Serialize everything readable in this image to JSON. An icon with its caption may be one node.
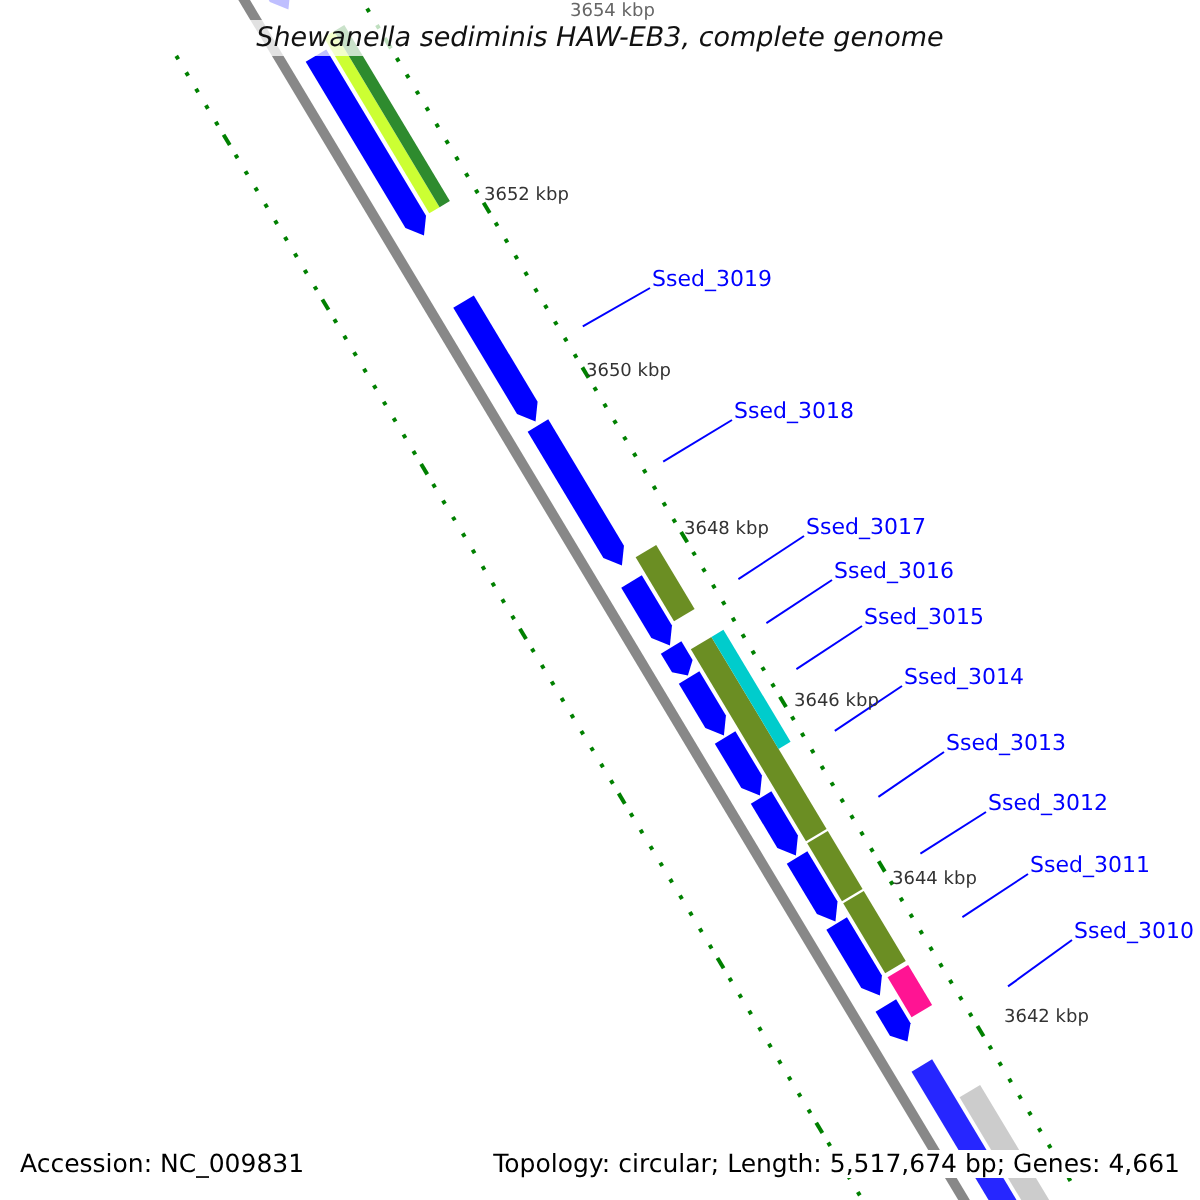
{
  "diagram": {
    "title": "Shewanella sediminis HAW-EB3, complete genome",
    "nodes": [
      {
        "text": [
          "Ssed_3019"
        ]
      },
      {
        "text": [
          "Ssed_3018"
        ]
      },
      {
        "text": [
          "Ssed_3017"
        ]
      },
      {
        "text": [
          "Ssed_3016"
        ]
      },
      {
        "text": [
          "Ssed_3015"
        ]
      },
      {
        "text": [
          "Ssed_3014"
        ]
      },
      {
        "text": [
          "Ssed_3013"
        ]
      },
      {
        "text": [
          "Ssed_3012"
        ]
      },
      {
        "text": [
          "Ssed_3011"
        ]
      },
      {
        "text": [
          "Ssed_3010"
        ]
      }
    ],
    "edges": [
      {
        "from": 0,
        "to": null,
        "arrow": "none"
      },
      {
        "from": 1,
        "to": null,
        "arrow": "none"
      },
      {
        "from": 2,
        "to": null,
        "arrow": "none"
      },
      {
        "from": 3,
        "to": null,
        "arrow": "none"
      },
      {
        "from": 4,
        "to": null,
        "arrow": "none"
      },
      {
        "from": 5,
        "to": null,
        "arrow": "none"
      },
      {
        "from": 6,
        "to": null,
        "arrow": "none"
      },
      {
        "from": 7,
        "to": null,
        "arrow": "none"
      },
      {
        "from": 8,
        "to": null,
        "arrow": "none"
      },
      {
        "from": 9,
        "to": null,
        "arrow": "none"
      }
    ],
    "labels": [
      "3654 kbp",
      "3652 kbp",
      "3650 kbp",
      "3648 kbp",
      "3646 kbp",
      "3644 kbp",
      "3642 kbp",
      "Accession: NC_009831",
      "Topology: circular; Length: 5,517,674 bp; Genes: 4,661"
    ]
  }
}
